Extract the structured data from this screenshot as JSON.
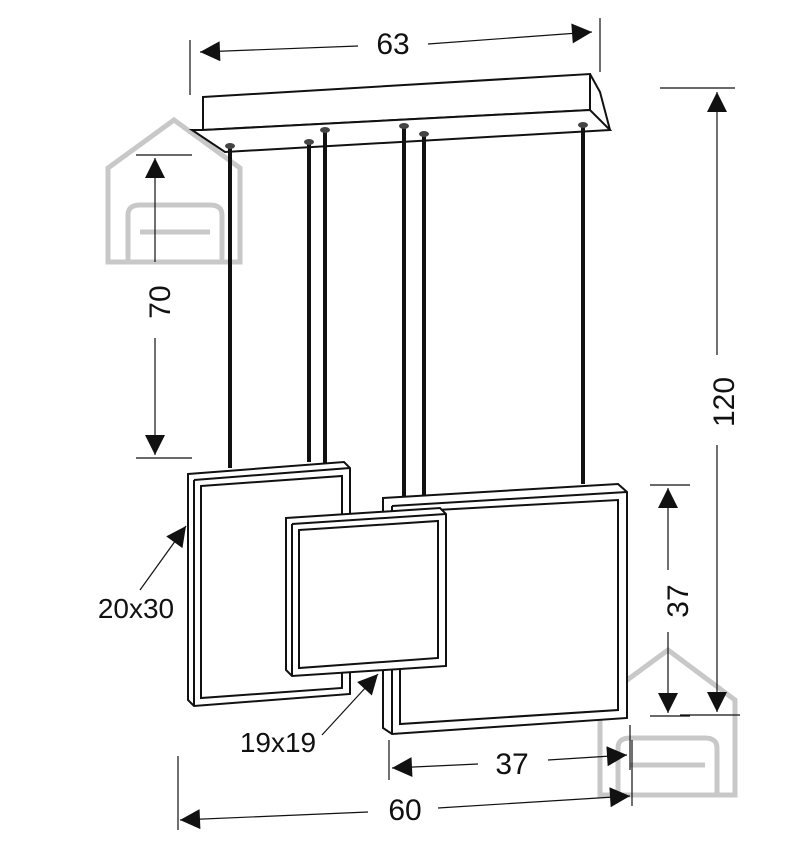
{
  "dimensions": {
    "canopy_width": "63",
    "total_height": "120",
    "cable_length": "70",
    "large_frame_size": "37",
    "large_frame_width": "37",
    "total_width": "60",
    "left_frame_size": "20x30",
    "small_frame_size": "19x19"
  },
  "watermark": {
    "icon": "house-with-sofa-logo"
  },
  "colors": {
    "line": "#1a1a1a",
    "watermark": "#c8c8c8",
    "frame_fill": "#ffffff"
  }
}
